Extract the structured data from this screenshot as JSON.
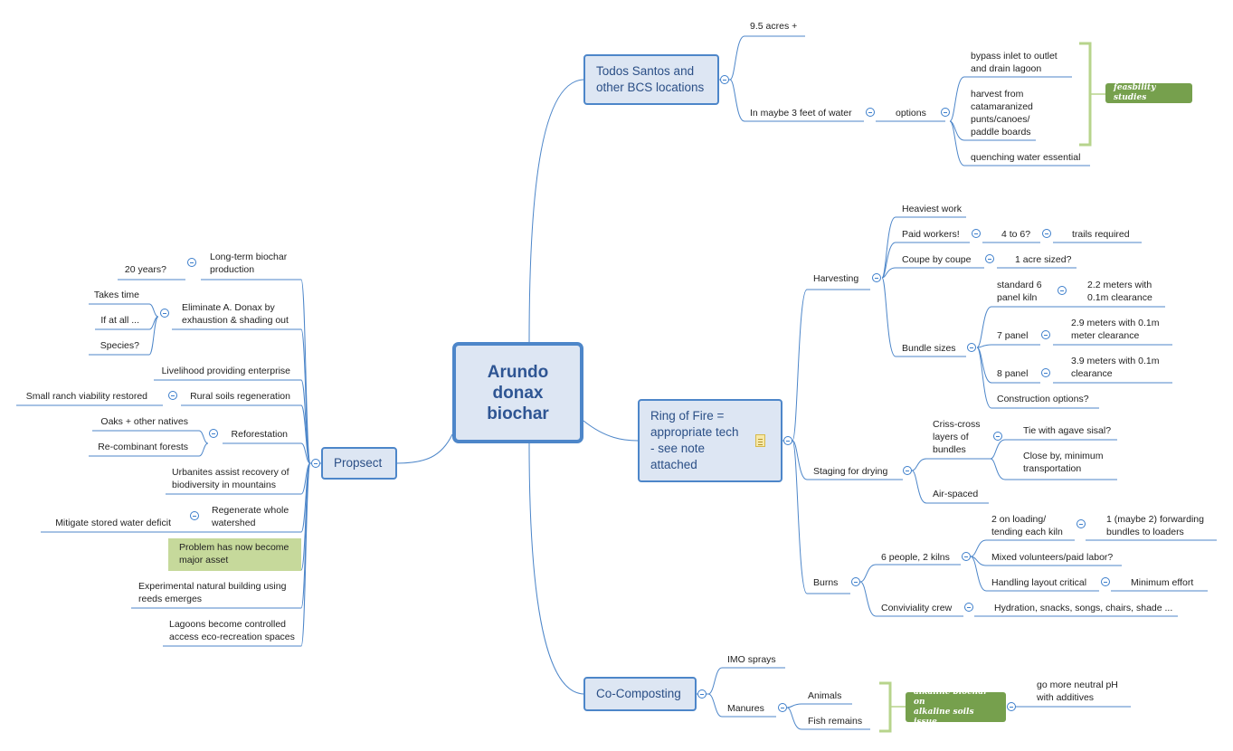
{
  "central": {
    "label": "Arundo\ndonax\nbiochar"
  },
  "todos": {
    "label": "Todos Santos and\nother BCS locations",
    "acres": "9.5 acres +",
    "water": "In maybe 3 feet of water",
    "options": "options",
    "bypass": "bypass inlet to outlet\nand drain lagoon",
    "harvest_from": "harvest from\ncatamaranized\npunts/canoes/\npaddle boards",
    "quenching": "quenching water essential",
    "feasibility": "feasbility studies"
  },
  "ring": {
    "label": "Ring of Fire =\nappropriate tech\n- see note\nattached",
    "harvesting": "Harvesting",
    "heaviest": "Heaviest work",
    "paid": "Paid workers!",
    "four_six": "4 to 6?",
    "trails": "trails required",
    "coupe": "Coupe by coupe",
    "acre": "1 acre sized?",
    "bundle_sizes": "Bundle sizes",
    "std6": "standard 6\npanel kiln",
    "std6_m": "2.2 meters with\n0.1m clearance",
    "p7": "7 panel",
    "p7_m": "2.9 meters with 0.1m\nmeter clearance",
    "p8": "8 panel",
    "p8_m": "3.9 meters with 0.1m\nclearance",
    "construction": "Construction options?",
    "staging": "Staging for drying",
    "criss": "Criss-cross\nlayers of\nbundles",
    "tie": "Tie with agave sisal?",
    "close": "Close by, minimum\ntransportation",
    "air": "Air-spaced",
    "burns": "Burns",
    "six_people": "6 people, 2 kilns",
    "two_loading": "2 on loading/\ntending each kiln",
    "forwarding": "1 (maybe 2) forwarding\nbundles to loaders",
    "mixed": "Mixed volunteers/paid labor?",
    "handling": "Handling layout critical",
    "minimum": "Minimum effort",
    "conviviality": "Conviviality crew",
    "hydration": "Hydration, snacks, songs, chairs, shade ..."
  },
  "co": {
    "label": "Co-Composting",
    "imo": "IMO sprays",
    "manures": "Manures",
    "animals": "Animals",
    "fish": "Fish remains",
    "alkaline": "alkaline biochar on\nalkaline soils issue",
    "neutral": "go more neutral pH\nwith additives"
  },
  "prospect": {
    "label": "Propsect",
    "longterm": "Long-term biochar\nproduction",
    "twenty": "20 years?",
    "eliminate": "Eliminate A. Donax by\nexhaustion & shading out",
    "takes": "Takes time",
    "ifatall": "If at all ...",
    "species": "Species?",
    "livelihood": "Livelihood providing enterprise",
    "rural": "Rural soils regeneration",
    "smallranch": "Small ranch viability restored",
    "reforestation": "Reforestation",
    "oaks": "Oaks + other natives",
    "recombinant": "Re-combinant forests",
    "urbanites": "Urbanites assist recovery of\nbiodiversity in mountains",
    "regenerate": "Regenerate whole\nwatershed",
    "mitigate": "Mitigate stored water deficit",
    "problem": "Problem has now become\nmajor asset",
    "experimental": "Experimental natural building using\nreeds emerges",
    "lagoons": "Lagoons become controlled\naccess eco-recreation spaces"
  },
  "colors": {
    "branch_line": "#4d86c9",
    "topic_fill": "#dde6f3",
    "highlight": "#c6d99b",
    "tag_green": "#76a04d",
    "bracket": "#b7d48c"
  }
}
